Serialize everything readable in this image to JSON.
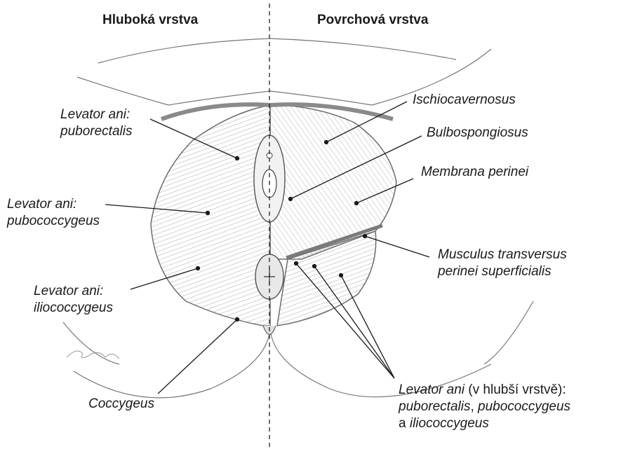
{
  "headers": {
    "left": "Hluboká vrstva",
    "right": "Povrchová vrstva"
  },
  "labels": {
    "puborectalis_1": "Levator ani:",
    "puborectalis_2": "puborectalis",
    "pubococcygeus_1": "Levator ani:",
    "pubococcygeus_2": "pubococcygeus",
    "iliococcygeus_1": "Levator ani:",
    "iliococcygeus_2": "iliococcygeus",
    "coccygeus": "Coccygeus",
    "ischiocavernosus": "Ischiocavernosus",
    "bulbospongiosus": "Bulbospongiosus",
    "membrana": "Membrana perinei",
    "transversus_1": "Musculus transversus",
    "transversus_2": "perinei superficialis",
    "deep_line1_a": "Levator ani",
    "deep_line1_b": " (v hlubší vrstvě):",
    "deep_line2_a": "puborectalis",
    "deep_line2_b": ", ",
    "deep_line2_c": "pubococcygeus",
    "deep_line3_a": "a ",
    "deep_line3_b": "iliococcygeus"
  },
  "colors": {
    "line": "#1a1a1a",
    "muscle": "#c9c9c9",
    "muscle_dark": "#9a9a9a",
    "skin": "#ececec"
  }
}
